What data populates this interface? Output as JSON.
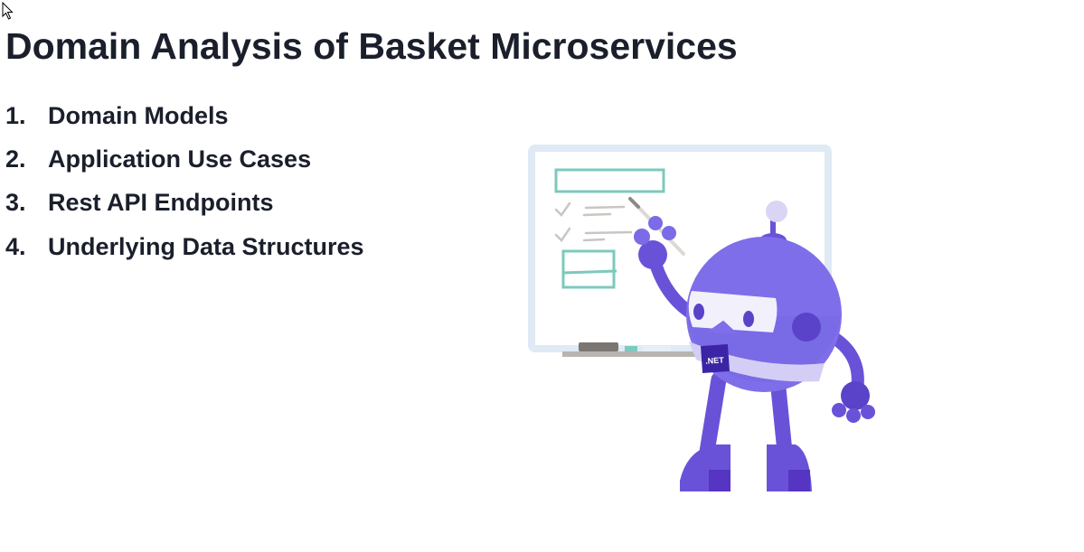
{
  "slide": {
    "title": "Domain Analysis of Basket Microservices",
    "items": [
      {
        "number": "1.",
        "label": "Domain Models"
      },
      {
        "number": "2.",
        "label": "Application Use Cases"
      },
      {
        "number": "3.",
        "label": "Rest API Endpoints"
      },
      {
        "number": "4.",
        "label": "Underlying Data Structures"
      }
    ]
  },
  "illustration": {
    "badge_text": ".NET",
    "colors": {
      "robot_body": "#7b6be6",
      "robot_dark": "#5a43c9",
      "visor": "#f2f0fb",
      "whiteboard_frame": "#dceaf6",
      "whiteboard_marks": "#7cc9bd"
    }
  },
  "icons": {
    "cursor": "mouse-pointer-icon"
  }
}
